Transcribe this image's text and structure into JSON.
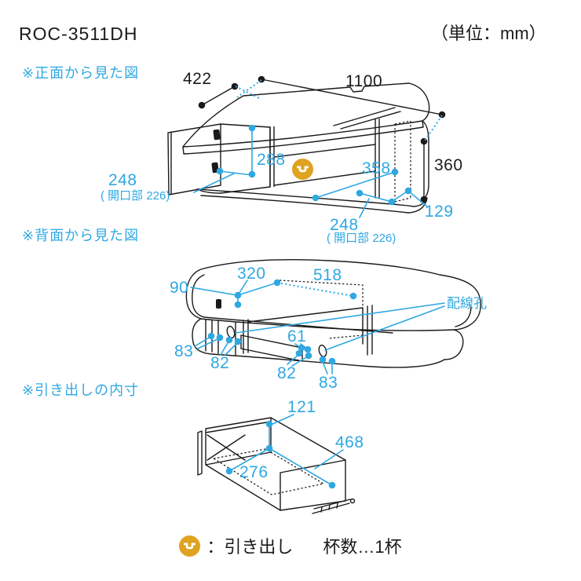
{
  "colors": {
    "accent": "#2fa8e2",
    "line": "#1a1a1a",
    "drawer_icon_gold": "#dfa321"
  },
  "header": {
    "model": "ROC-3511DH",
    "unit_note": "（単位：mm）"
  },
  "sections": {
    "front": {
      "title": "※正面から見た図"
    },
    "back": {
      "title": "※背面から見た図"
    },
    "drawer": {
      "title": "※引き出しの内寸"
    }
  },
  "front_view": {
    "dims": {
      "depth": "422",
      "width": "1100",
      "height": "360",
      "left_inner_height": "288",
      "right_inner_width": "358",
      "base_height": "129",
      "left_opening": "248",
      "left_opening_note": "( 開口部 226)",
      "bottom_opening": "248",
      "bottom_opening_note": "( 開口部 226)"
    }
  },
  "back_view": {
    "dims": {
      "top_gap": "90",
      "left_width": "320",
      "panel_width": "518",
      "bottom_left_a": "83",
      "bottom_left_b": "82",
      "bottom_center": "61",
      "bottom_right_b": "82",
      "bottom_right_a": "83"
    },
    "wiring_hole_label": "配線孔"
  },
  "drawer_view": {
    "dims": {
      "height": "121",
      "width": "468",
      "depth": "276"
    }
  },
  "legend": {
    "label": "：引き出し",
    "count": "杯数…1杯"
  },
  "icons": {
    "drawer": "drawer-icon"
  }
}
